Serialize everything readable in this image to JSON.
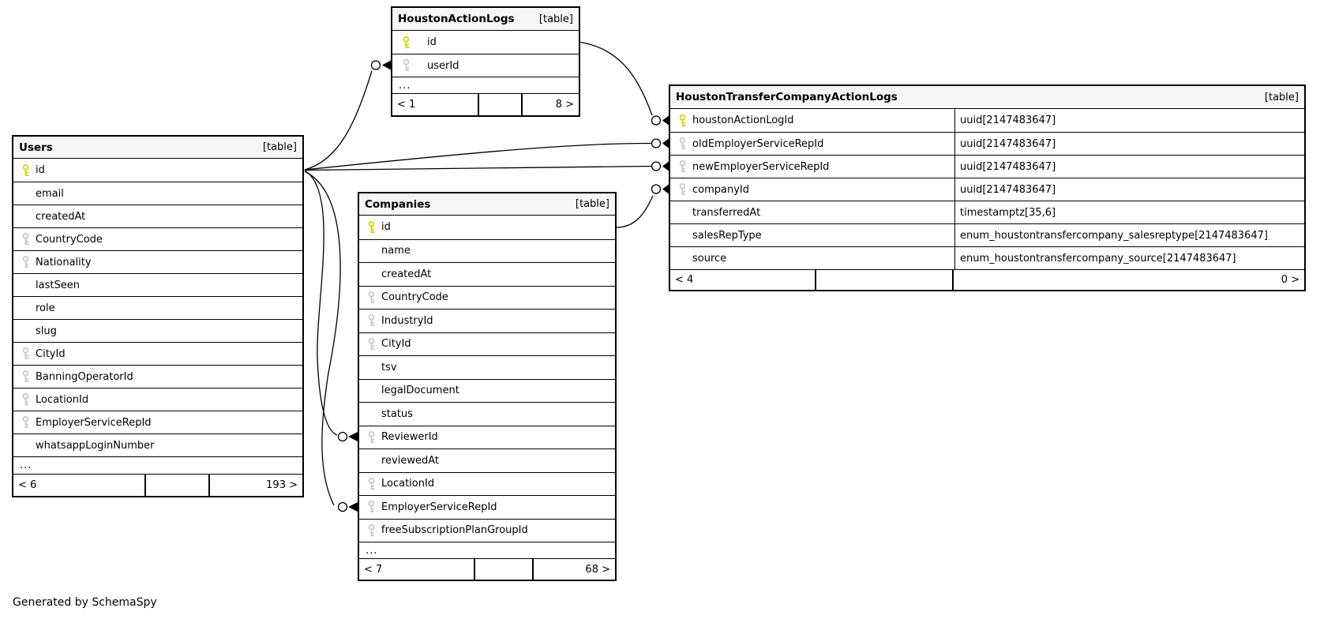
{
  "diagram": {
    "generator_note": "Generated by SchemaSpy",
    "colors": {
      "primary_key": "#d6d600",
      "foreign_key": "#c8c8c8",
      "header_bg": "#f6f6f6",
      "border": "#000000"
    },
    "tables": [
      {
        "name": "HoustonActionLogs",
        "badge": "[table]",
        "columns": [
          {
            "name": "id",
            "key": "primary"
          },
          {
            "name": "userId",
            "key": "foreign"
          }
        ],
        "ellipsis": "...",
        "footer": {
          "prev": "< 1",
          "middle": "",
          "next": "8 >"
        }
      },
      {
        "name": "Users",
        "badge": "[table]",
        "columns": [
          {
            "name": "id",
            "key": "primary"
          },
          {
            "name": "email",
            "key": null
          },
          {
            "name": "createdAt",
            "key": null
          },
          {
            "name": "CountryCode",
            "key": "foreign"
          },
          {
            "name": "Nationality",
            "key": "foreign"
          },
          {
            "name": "lastSeen",
            "key": null
          },
          {
            "name": "role",
            "key": null
          },
          {
            "name": "slug",
            "key": null
          },
          {
            "name": "CityId",
            "key": "foreign"
          },
          {
            "name": "BanningOperatorId",
            "key": "foreign"
          },
          {
            "name": "LocationId",
            "key": "foreign"
          },
          {
            "name": "EmployerServiceRepId",
            "key": "foreign"
          },
          {
            "name": "whatsappLoginNumber",
            "key": null
          }
        ],
        "ellipsis": "...",
        "footer": {
          "prev": "< 6",
          "middle": "",
          "next": "193 >"
        }
      },
      {
        "name": "Companies",
        "badge": "[table]",
        "columns": [
          {
            "name": "id",
            "key": "primary"
          },
          {
            "name": "name",
            "key": null
          },
          {
            "name": "createdAt",
            "key": null
          },
          {
            "name": "CountryCode",
            "key": "foreign"
          },
          {
            "name": "IndustryId",
            "key": "foreign"
          },
          {
            "name": "CityId",
            "key": "foreign"
          },
          {
            "name": "tsv",
            "key": null
          },
          {
            "name": "legalDocument",
            "key": null
          },
          {
            "name": "status",
            "key": null
          },
          {
            "name": "ReviewerId",
            "key": "foreign"
          },
          {
            "name": "reviewedAt",
            "key": null
          },
          {
            "name": "LocationId",
            "key": "foreign"
          },
          {
            "name": "EmployerServiceRepId",
            "key": "foreign"
          },
          {
            "name": "freeSubscriptionPlanGroupId",
            "key": "foreign"
          }
        ],
        "ellipsis": "...",
        "footer": {
          "prev": "< 7",
          "middle": "",
          "next": "68 >"
        }
      },
      {
        "name": "HoustonTransferCompanyActionLogs",
        "badge": "[table]",
        "columns": [
          {
            "name": "houstonActionLogId",
            "key": "primary",
            "type": "uuid[2147483647]"
          },
          {
            "name": "oldEmployerServiceRepId",
            "key": "foreign",
            "type": "uuid[2147483647]"
          },
          {
            "name": "newEmployerServiceRepId",
            "key": "foreign",
            "type": "uuid[2147483647]"
          },
          {
            "name": "companyId",
            "key": "foreign",
            "type": "uuid[2147483647]"
          },
          {
            "name": "transferredAt",
            "key": null,
            "type": "timestamptz[35,6]"
          },
          {
            "name": "salesRepType",
            "key": null,
            "type": "enum_houstontransfercompany_salesreptype[2147483647]"
          },
          {
            "name": "source",
            "key": null,
            "type": "enum_houstontransfercompany_source[2147483647]"
          }
        ],
        "ellipsis": null,
        "footer": {
          "prev": "< 4",
          "middle": "",
          "next": "0 >"
        }
      }
    ],
    "relationships": [
      {
        "from": "HoustonActionLogs.id",
        "to": "HoustonTransferCompanyActionLogs.houstonActionLogId"
      },
      {
        "from": "Users.id",
        "to": "HoustonActionLogs.userId"
      },
      {
        "from": "Users.id",
        "to": "HoustonTransferCompanyActionLogs.oldEmployerServiceRepId"
      },
      {
        "from": "Users.id",
        "to": "HoustonTransferCompanyActionLogs.newEmployerServiceRepId"
      },
      {
        "from": "Users.id",
        "to": "Companies.ReviewerId"
      },
      {
        "from": "Users.id",
        "to": "Companies.EmployerServiceRepId"
      },
      {
        "from": "Companies.id",
        "to": "HoustonTransferCompanyActionLogs.companyId"
      }
    ]
  }
}
